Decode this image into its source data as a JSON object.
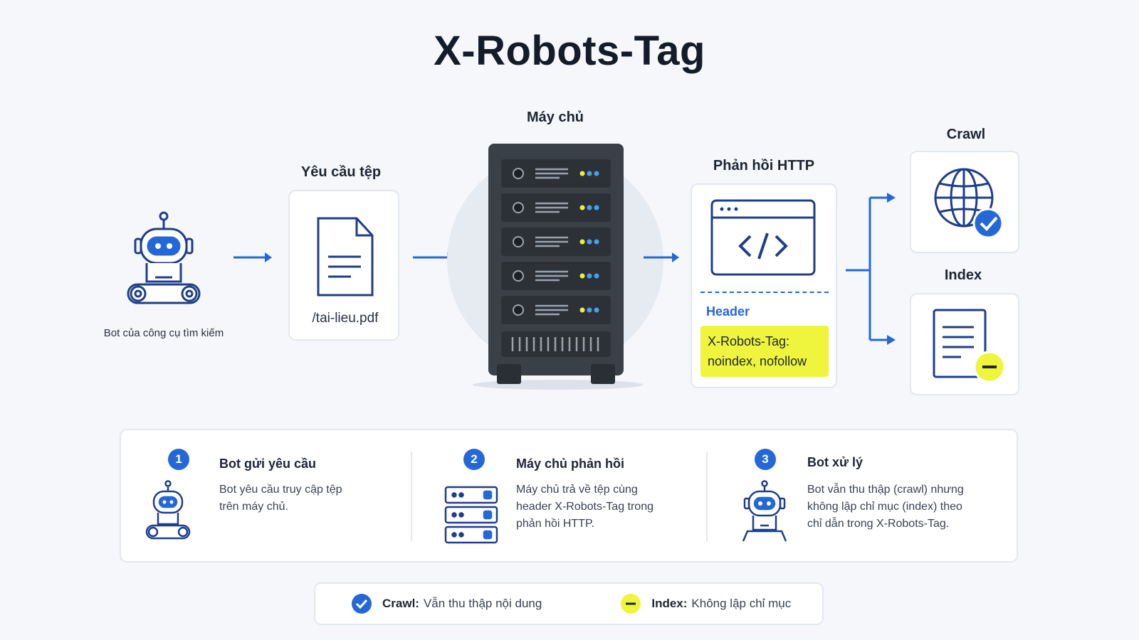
{
  "title": "X-Robots-Tag",
  "bot": {
    "caption": "Bot của công cụ tìm kiếm"
  },
  "request": {
    "label": "Yêu cầu tệp",
    "file": "/tai-lieu.pdf"
  },
  "server": {
    "label": "Máy chủ"
  },
  "response": {
    "label": "Phản hồi HTTP",
    "header_label": "Header",
    "tag_line1": "X-Robots-Tag:",
    "tag_line2": "noindex, nofollow"
  },
  "outcomes": {
    "crawl_label": "Crawl",
    "index_label": "Index"
  },
  "steps": [
    {
      "number": "1",
      "title": "Bot gửi yêu cầu",
      "text_line1": "Bot yêu cầu truy cập tệp",
      "text_line2": "trên máy chủ.",
      "text_line3": ""
    },
    {
      "number": "2",
      "title": "Máy chủ phản hồi",
      "text_line1": "Máy chủ trả về tệp cùng",
      "text_line2": "header X-Robots-Tag trong",
      "text_line3": "phản hồi HTTP."
    },
    {
      "number": "3",
      "title": "Bot xử lý",
      "text_line1": "Bot vẫn thu thập (crawl) nhưng",
      "text_line2": "không lập chỉ mục (index) theo",
      "text_line3": "chỉ dẫn trong X-Robots-Tag."
    }
  ],
  "legend": {
    "crawl_key": "Crawl:",
    "crawl_text": "Vẫn thu thập nội dung",
    "index_key": "Index:",
    "index_text": "Không lập chỉ mục"
  },
  "colors": {
    "accent": "#2468d8",
    "highlight": "#eef53c",
    "dark": "#1e2533",
    "server": "#3a4048"
  }
}
